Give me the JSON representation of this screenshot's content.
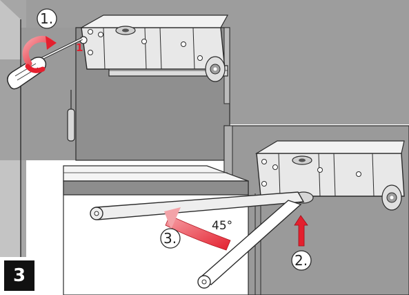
{
  "figure": {
    "panel_number": "3",
    "step_labels": [
      "1.",
      "2.",
      "3."
    ],
    "valve_marker": "1",
    "angle_label": "45°",
    "colors": {
      "background": "#ffffff",
      "wall": "#9c9c9c",
      "wall_dark": "#858585",
      "line": "#2a2a2a",
      "metal": "#e7e7e7",
      "accent_red": "#e4202e",
      "badge": "#111111"
    },
    "icons": [
      "screwdriver-icon",
      "rotate-arrow-icon",
      "up-arrow-icon",
      "swing-arrow-icon"
    ]
  }
}
